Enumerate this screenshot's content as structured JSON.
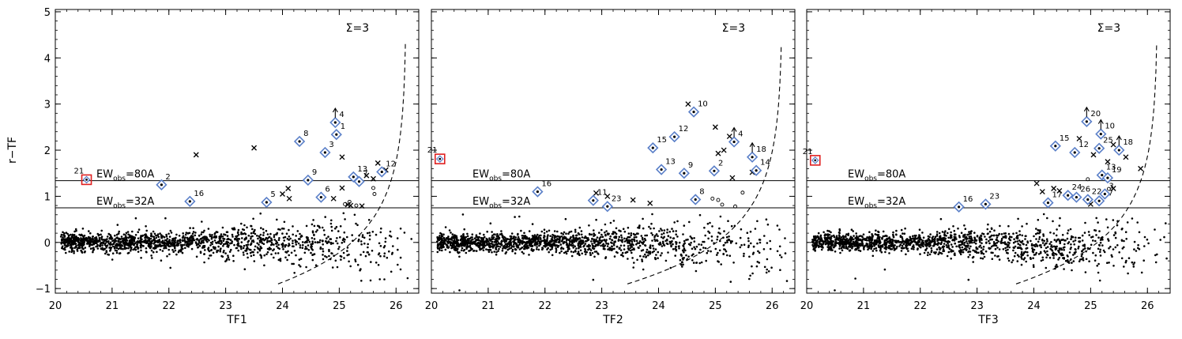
{
  "figure": {
    "ylabel": "r−TF",
    "sigma_label": "Σ=3"
  },
  "chart_data": [
    {
      "type": "scatter",
      "xlabel": "TF1",
      "ylabel": "r−TF",
      "xlim": [
        20,
        26.4
      ],
      "ylim": [
        -1.1,
        5.05
      ],
      "xticks": [
        20,
        21,
        22,
        23,
        24,
        25,
        26
      ],
      "yticks": [
        -1,
        0,
        1,
        2,
        3,
        4,
        5
      ],
      "grid": false,
      "annotation": "Σ=3",
      "hlines": [
        {
          "y": 1.34,
          "label_main": "EW",
          "label_sub": "obs",
          "label_rest": "=80A"
        },
        {
          "y": 0.75,
          "label_main": "EW",
          "label_sub": "obs",
          "label_rest": "=32A"
        }
      ],
      "selected_diamonds": [
        {
          "id": "2",
          "x": 21.87,
          "y": 1.25
        },
        {
          "id": "16",
          "x": 22.37,
          "y": 0.89
        },
        {
          "id": "5",
          "x": 23.72,
          "y": 0.87
        },
        {
          "id": "8",
          "x": 24.3,
          "y": 2.19
        },
        {
          "id": "9",
          "x": 24.45,
          "y": 1.35
        },
        {
          "id": "3",
          "x": 24.75,
          "y": 1.95
        },
        {
          "id": "1",
          "x": 24.95,
          "y": 2.34
        },
        {
          "id": "4",
          "x": 24.93,
          "y": 2.6,
          "lower_limit": true
        },
        {
          "id": "6",
          "x": 24.68,
          "y": 0.98
        },
        {
          "id": "13",
          "x": 25.25,
          "y": 1.42
        },
        {
          "id": "7",
          "x": 25.35,
          "y": 1.32
        },
        {
          "id": "12",
          "x": 25.75,
          "y": 1.53
        }
      ],
      "red_box": {
        "id": "21",
        "x": 20.55,
        "y": 1.36
      },
      "crosses": [
        [
          22.48,
          1.9
        ],
        [
          23.5,
          2.05
        ],
        [
          24.0,
          1.05
        ],
        [
          24.1,
          1.17
        ],
        [
          24.12,
          0.95
        ],
        [
          25.05,
          1.85
        ],
        [
          25.05,
          1.18
        ],
        [
          24.9,
          0.95
        ],
        [
          25.15,
          0.82
        ],
        [
          25.48,
          1.45
        ],
        [
          25.6,
          1.38
        ],
        [
          25.68,
          1.72
        ],
        [
          25.82,
          1.57
        ],
        [
          25.2,
          0.8
        ],
        [
          25.4,
          0.79
        ]
      ],
      "open_circles": [
        [
          25.1,
          0.83
        ],
        [
          25.18,
          0.88
        ],
        [
          25.6,
          1.18
        ],
        [
          25.62,
          1.05
        ],
        [
          25.3,
          0.8
        ]
      ],
      "curve_x_at_y0": 25.22,
      "curve_asymptote_x": 26.18
    },
    {
      "type": "scatter",
      "xlabel": "TF2",
      "ylabel": "r−TF",
      "xlim": [
        20,
        26.4
      ],
      "ylim": [
        -1.1,
        5.05
      ],
      "xticks": [
        20,
        21,
        22,
        23,
        24,
        25,
        26
      ],
      "yticks": [
        -1,
        0,
        1,
        2,
        3,
        4,
        5
      ],
      "grid": false,
      "annotation": "Σ=3",
      "hlines": [
        {
          "y": 1.34,
          "label_main": "EW",
          "label_sub": "obs",
          "label_rest": "=80A"
        },
        {
          "y": 0.75,
          "label_main": "EW",
          "label_sub": "obs",
          "label_rest": "=32A"
        }
      ],
      "selected_diamonds": [
        {
          "id": "16",
          "x": 21.87,
          "y": 1.1
        },
        {
          "id": "11",
          "x": 22.85,
          "y": 0.91
        },
        {
          "id": "23",
          "x": 23.1,
          "y": 0.78
        },
        {
          "id": "15",
          "x": 23.9,
          "y": 2.05
        },
        {
          "id": "13",
          "x": 24.05,
          "y": 1.58
        },
        {
          "id": "12",
          "x": 24.28,
          "y": 2.29
        },
        {
          "id": "9",
          "x": 24.45,
          "y": 1.5
        },
        {
          "id": "10",
          "x": 24.62,
          "y": 2.83
        },
        {
          "id": "8",
          "x": 24.65,
          "y": 0.93
        },
        {
          "id": "2",
          "x": 24.98,
          "y": 1.55
        },
        {
          "id": "4",
          "x": 25.33,
          "y": 2.18,
          "lower_limit": true
        },
        {
          "id": "18",
          "x": 25.65,
          "y": 1.85,
          "lower_limit": true
        },
        {
          "id": "14",
          "x": 25.72,
          "y": 1.56
        }
      ],
      "red_box": {
        "id": "21",
        "x": 20.15,
        "y": 1.81
      },
      "crosses": [
        [
          24.52,
          3.0
        ],
        [
          25.0,
          2.5
        ],
        [
          25.05,
          1.93
        ],
        [
          25.15,
          2.0
        ],
        [
          25.25,
          2.3
        ],
        [
          25.3,
          1.4
        ],
        [
          23.55,
          0.92
        ],
        [
          23.85,
          0.85
        ],
        [
          22.9,
          1.07
        ],
        [
          23.1,
          1.0
        ],
        [
          25.65,
          1.52
        ]
      ],
      "open_circles": [
        [
          24.95,
          0.95
        ],
        [
          25.05,
          0.92
        ],
        [
          25.12,
          0.82
        ],
        [
          25.48,
          1.08
        ],
        [
          25.35,
          0.78
        ]
      ],
      "curve_x_at_y0": 25.02,
      "curve_asymptote_x": 26.18
    },
    {
      "type": "scatter",
      "xlabel": "TF3",
      "ylabel": "r−TF",
      "xlim": [
        20,
        26.4
      ],
      "ylim": [
        -1.1,
        5.05
      ],
      "xticks": [
        20,
        21,
        22,
        23,
        24,
        25,
        26
      ],
      "yticks": [
        -1,
        0,
        1,
        2,
        3,
        4,
        5
      ],
      "grid": false,
      "annotation": "Σ=3",
      "hlines": [
        {
          "y": 1.34,
          "label_main": "EW",
          "label_sub": "obs",
          "label_rest": "=80A"
        },
        {
          "y": 0.75,
          "label_main": "EW",
          "label_sub": "obs",
          "label_rest": "=32A"
        }
      ],
      "selected_diamonds": [
        {
          "id": "16",
          "x": 22.68,
          "y": 0.77
        },
        {
          "id": "23",
          "x": 23.15,
          "y": 0.83
        },
        {
          "id": "17",
          "x": 24.25,
          "y": 0.86
        },
        {
          "id": "15",
          "x": 24.38,
          "y": 2.09
        },
        {
          "id": "24",
          "x": 24.6,
          "y": 1.02
        },
        {
          "id": "26",
          "x": 24.75,
          "y": 0.98
        },
        {
          "id": "12",
          "x": 24.72,
          "y": 1.95
        },
        {
          "id": "20",
          "x": 24.93,
          "y": 2.62,
          "lower_limit": true
        },
        {
          "id": "22",
          "x": 24.95,
          "y": 0.93
        },
        {
          "id": "27",
          "x": 25.15,
          "y": 0.9
        },
        {
          "id": "10",
          "x": 25.18,
          "y": 2.35,
          "lower_limit": true
        },
        {
          "id": "25",
          "x": 25.15,
          "y": 2.04
        },
        {
          "id": "13",
          "x": 25.2,
          "y": 1.46
        },
        {
          "id": "19",
          "x": 25.3,
          "y": 1.4
        },
        {
          "id": "3",
          "x": 25.25,
          "y": 1.05
        },
        {
          "id": "18",
          "x": 25.5,
          "y": 2.0,
          "lower_limit": true
        }
      ],
      "red_box": {
        "id": "21",
        "x": 20.15,
        "y": 1.78
      },
      "crosses": [
        [
          24.05,
          1.28
        ],
        [
          24.15,
          1.1
        ],
        [
          24.35,
          1.17
        ],
        [
          24.45,
          1.12
        ],
        [
          24.8,
          2.25
        ],
        [
          25.05,
          1.9
        ],
        [
          25.4,
          2.12
        ],
        [
          25.4,
          1.17
        ],
        [
          25.62,
          1.85
        ],
        [
          25.88,
          1.6
        ],
        [
          25.0,
          0.83
        ],
        [
          25.3,
          1.75
        ]
      ],
      "open_circles": [
        [
          24.95,
          1.37
        ],
        [
          25.32,
          1.16
        ]
      ],
      "curve_x_at_y0": 25.12,
      "curve_asymptote_x": 26.18
    }
  ]
}
